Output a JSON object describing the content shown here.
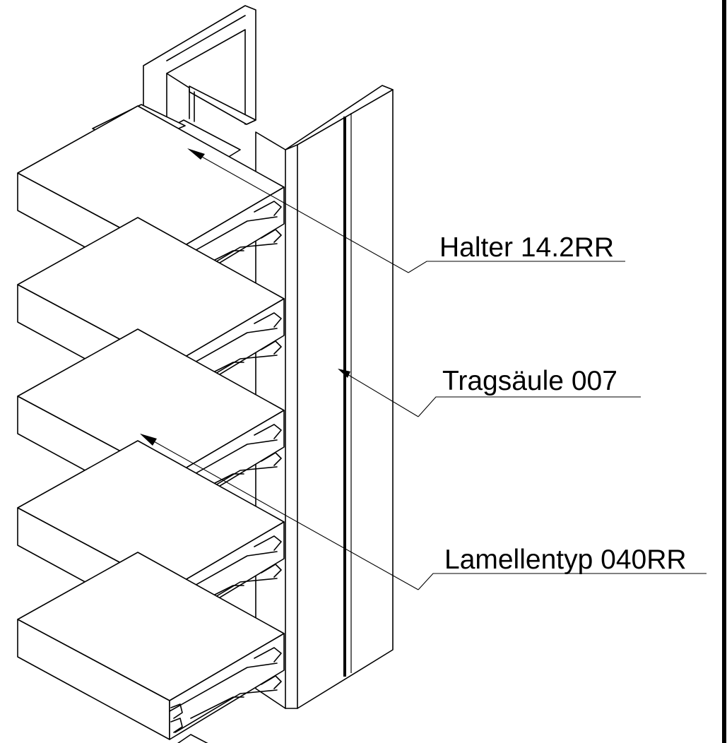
{
  "labels": {
    "holder": "Halter 14.2RR",
    "column": "Tragsäule 007",
    "lamella": "Lamellentyp 040RR"
  },
  "colors": {
    "line": "#000000",
    "background": "#ffffff"
  },
  "louver_count": 5
}
